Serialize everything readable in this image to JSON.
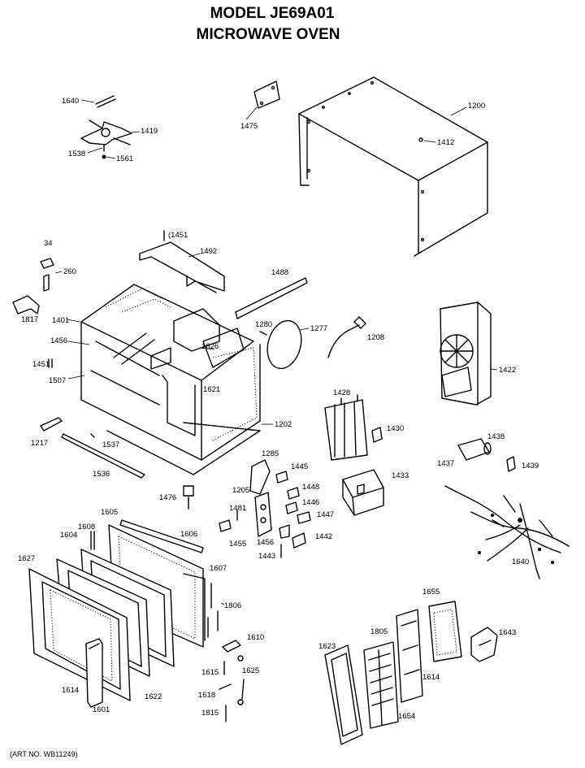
{
  "header": {
    "title_line1": "MODEL JE69A01",
    "title_line2": "MICROWAVE OVEN"
  },
  "footer": {
    "art_no": "(ART NO. WB11249)"
  },
  "callouts": {
    "c1640": "1640",
    "c1419": "1419",
    "c1538": "1538",
    "c1561": "1561",
    "c1475": "1475",
    "c1200": "1200",
    "c1412": "1412",
    "c1451a": "(1451",
    "c1492": "1492",
    "c34": "34",
    "c260": "260",
    "c1817": "1817",
    "c1401": "1401",
    "c1456": "1456",
    "c1451b": "1451",
    "c1507": "1507",
    "c1626": "1626",
    "c1621": "1621",
    "c1488": "1488",
    "c1280": "1280",
    "c1277": "1277",
    "c1208": "1208",
    "c1422": "1422",
    "c1202": "1202",
    "c1217": "1217",
    "c1537": "1537",
    "c1536": "1536",
    "c1428": "1428",
    "c1430": "1430",
    "c1285": "1285",
    "c1445": "1445",
    "c1448": "1448",
    "c1446": "1446",
    "c1447": "1447",
    "c1205": "1205",
    "c1476": "1476",
    "c1481": "1481",
    "c1455": "1455",
    "c1456b": "1456",
    "c1442": "1442",
    "c1443": "1443",
    "c1433": "1433",
    "c1438": "1438",
    "c1437": "1437",
    "c1439": "1439",
    "c1640b": "1640",
    "c1605": "1605",
    "c1606": "1606",
    "c1608": "1608",
    "c1604": "1604",
    "c1627": "1627",
    "c1607": "1607",
    "c1806": "1806",
    "c1610": "1610",
    "c1615": "1615",
    "c1625": "1625",
    "c1618": "1618",
    "c1815": "1815",
    "c1614": "1614",
    "c1622": "1622",
    "c1601": "1601",
    "c1655": "1655",
    "c1643": "1643",
    "c1805": "1805",
    "c1623": "1623",
    "c1614b": "1614",
    "c1654": "1654"
  }
}
